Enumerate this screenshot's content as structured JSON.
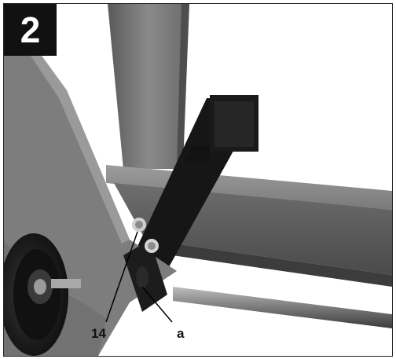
{
  "figure": {
    "number": "2"
  },
  "callouts": {
    "part_14": "14",
    "part_a": "a"
  },
  "colors": {
    "badge_bg": "#111111",
    "badge_fg": "#ffffff"
  }
}
